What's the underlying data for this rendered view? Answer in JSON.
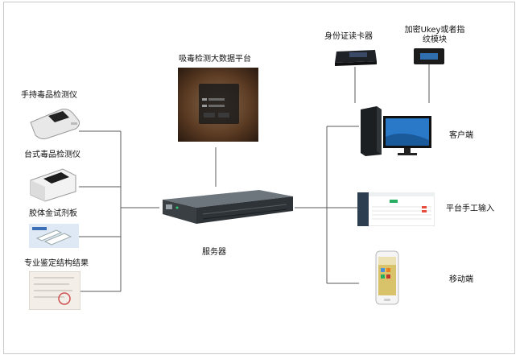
{
  "diagram": {
    "center": {
      "server": "服务器",
      "platform": "吸毒检测大数据平台",
      "platform_screen_lines": [
        "吸毒检测大数据平台",
        "账号:admin",
        "密码:******",
        "登录",
        "取消"
      ]
    },
    "left_inputs": [
      {
        "label": "手持毒品检测仪",
        "icon": "handheld-detector"
      },
      {
        "label": "台式毒品检测仪",
        "icon": "desktop-detector"
      },
      {
        "label": "胶体金试剂板",
        "icon": "test-strip"
      },
      {
        "label": "专业鉴定结构结果",
        "icon": "report-document"
      }
    ],
    "right_top": [
      {
        "label": "身份证读卡器",
        "icon": "id-card-reader"
      },
      {
        "label": "加密Ukey或者指纹模块",
        "label_lines": [
          "加密Ukey或者指",
          "纹模块"
        ],
        "icon": "fingerprint-module"
      }
    ],
    "right_outputs": [
      {
        "label": "客户端",
        "icon": "desktop-pc"
      },
      {
        "label": "平台手工输入",
        "icon": "web-platform"
      },
      {
        "label": "移动端",
        "icon": "mobile-phone"
      }
    ],
    "colors": {
      "line": "#5a5a5a",
      "frame": "#c9c9c9",
      "server_body": "#2e3338",
      "platform_bg": "#5a3a22"
    }
  }
}
